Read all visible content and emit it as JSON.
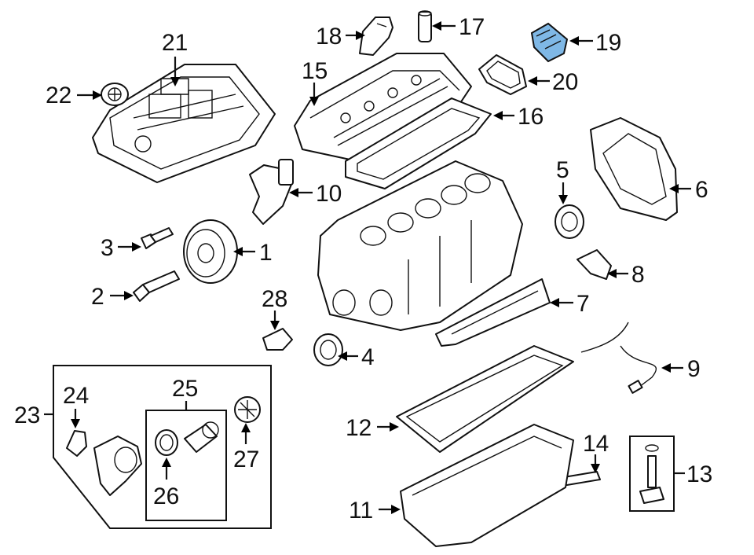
{
  "callouts": [
    {
      "id": "21",
      "text": "21"
    },
    {
      "id": "22",
      "text": "22"
    },
    {
      "id": "18",
      "text": "18"
    },
    {
      "id": "17",
      "text": "17"
    },
    {
      "id": "19",
      "text": "19"
    },
    {
      "id": "15",
      "text": "15"
    },
    {
      "id": "20",
      "text": "20"
    },
    {
      "id": "16",
      "text": "16"
    },
    {
      "id": "10",
      "text": "10"
    },
    {
      "id": "5",
      "text": "5"
    },
    {
      "id": "6",
      "text": "6"
    },
    {
      "id": "3",
      "text": "3"
    },
    {
      "id": "1",
      "text": "1"
    },
    {
      "id": "8",
      "text": "8"
    },
    {
      "id": "2",
      "text": "2"
    },
    {
      "id": "28",
      "text": "28"
    },
    {
      "id": "7",
      "text": "7"
    },
    {
      "id": "4",
      "text": "4"
    },
    {
      "id": "9",
      "text": "9"
    },
    {
      "id": "23",
      "text": "23"
    },
    {
      "id": "24",
      "text": "24"
    },
    {
      "id": "25",
      "text": "25"
    },
    {
      "id": "12",
      "text": "12"
    },
    {
      "id": "14",
      "text": "14"
    },
    {
      "id": "13",
      "text": "13"
    },
    {
      "id": "26",
      "text": "26"
    },
    {
      "id": "27",
      "text": "27"
    },
    {
      "id": "11",
      "text": "11"
    }
  ],
  "highlight_color": "#7fb8e6",
  "line_color": "#111111"
}
